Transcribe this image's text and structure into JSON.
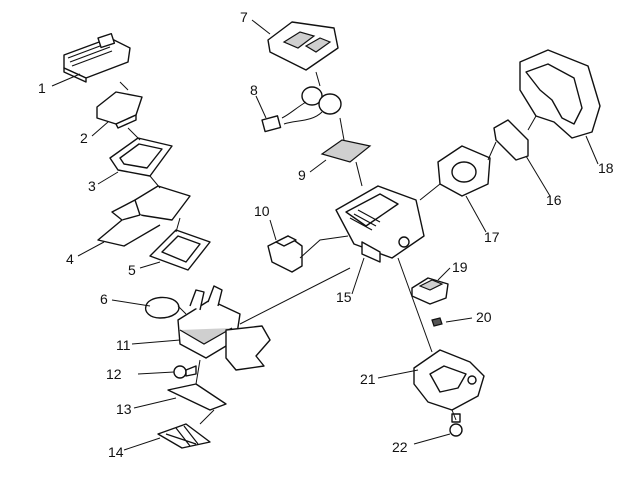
{
  "diagram": {
    "parts": [
      {
        "number": "1"
      },
      {
        "number": "2"
      },
      {
        "number": "3"
      },
      {
        "number": "4"
      },
      {
        "number": "5"
      },
      {
        "number": "6"
      },
      {
        "number": "7"
      },
      {
        "number": "8"
      },
      {
        "number": "9"
      },
      {
        "number": "10"
      },
      {
        "number": "11"
      },
      {
        "number": "12"
      },
      {
        "number": "13"
      },
      {
        "number": "14"
      },
      {
        "number": "15"
      },
      {
        "number": "16"
      },
      {
        "number": "17"
      },
      {
        "number": "18"
      },
      {
        "number": "19"
      },
      {
        "number": "20"
      },
      {
        "number": "21"
      },
      {
        "number": "22"
      }
    ]
  }
}
